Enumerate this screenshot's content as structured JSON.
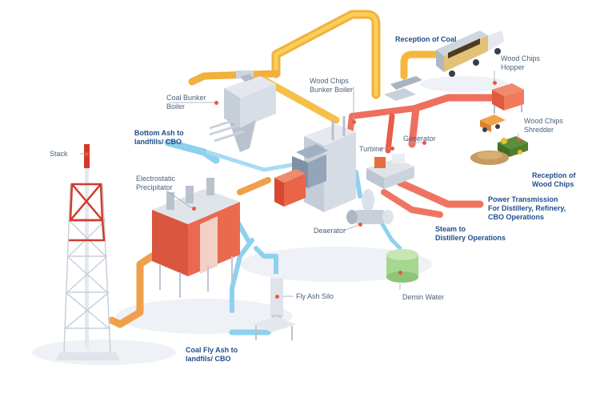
{
  "labels": {
    "reception_coal": "Reception of Coal",
    "wood_chips_hopper": "Wood Chips\nHopper",
    "coal_bunker_boiler": "Coal Bunker\nBoiler",
    "wood_chips_bunker_boiler": "Wood Chips\nBunker Boiler",
    "generator": "Generator",
    "turbine": "Turbine",
    "wood_chips_shredder": "Wood Chips\nShredder",
    "bottom_ash": "Bottom Ash to\nlandfills/ CBO",
    "stack": "Stack",
    "reception_wood_chips": "Reception of\nWood Chips",
    "electrostatic_precipitator": "Electrostatic\nPrecipitator",
    "power_transmission": "Power Transmission\nFor Distillery, Refinery,\nCBO Operations",
    "steam": "Steam to\nDistillery Operations",
    "deaerator": "Deaerator",
    "fly_ash_silo": "Fly Ash Silo",
    "demin_water": "Demin Water",
    "coal_fly_ash": "Coal Fly Ash to\nlandfils/ CBO"
  },
  "colors": {
    "coal_line": "#f5b73b",
    "wood_line": "#ef6f5e",
    "ash_line": "#8fd0ee",
    "flue_line": "#f0a04a",
    "label_blue": "#1f4e8c",
    "label_gray": "#4a5f7a",
    "plant_gray": "#cfd6de",
    "esp_red": "#e2583f",
    "stack_red": "#d23a2b"
  }
}
